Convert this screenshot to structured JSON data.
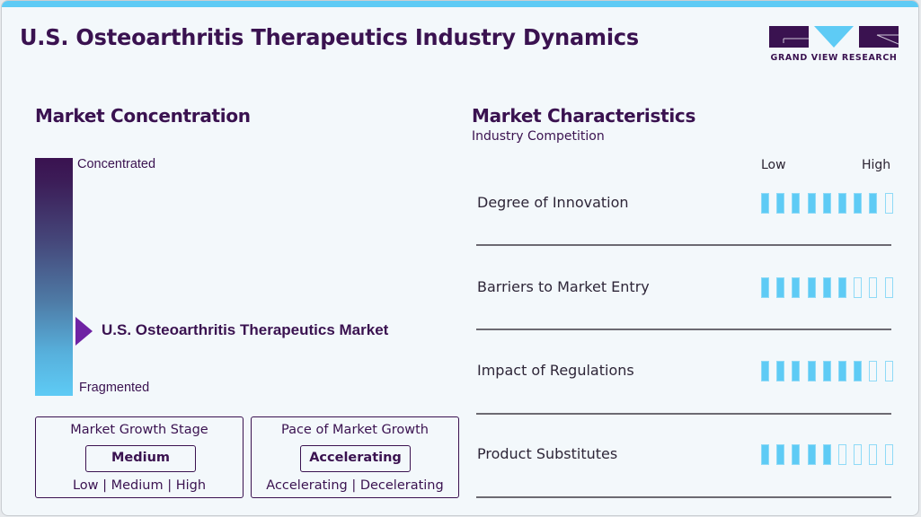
{
  "header": {
    "title": "U.S. Osteoarthritis Therapeutics Industry Dynamics",
    "logo_text": "GRAND VIEW RESEARCH",
    "accent_color": "#5ecbf5",
    "brand_color": "#3a1250"
  },
  "concentration": {
    "heading": "Market Concentration",
    "top_label": "Concentrated",
    "bottom_label": "Fragmented",
    "marker_label": "U.S. Osteoarthritis Therapeutics Market",
    "marker_color": "#6f23a4",
    "gradient": [
      "#3a1250",
      "#5ecbf5"
    ]
  },
  "growth_stage": {
    "title": "Market Growth Stage",
    "value": "Medium",
    "options_text": "Low | Medium | High"
  },
  "growth_pace": {
    "title": "Pace of Market Growth",
    "value": "Accelerating",
    "options_text": "Accelerating | Decelerating"
  },
  "characteristics": {
    "heading": "Market Characteristics",
    "subheading": "Industry Competition",
    "scale_low": "Low",
    "scale_high": "High",
    "max_segments": 9,
    "rows": [
      {
        "label": "Degree of Innovation",
        "filled": 8
      },
      {
        "label": "Barriers to Market Entry",
        "filled": 6
      },
      {
        "label": "Impact of Regulations",
        "filled": 7
      },
      {
        "label": "Product Substitutes",
        "filled": 5
      }
    ]
  }
}
